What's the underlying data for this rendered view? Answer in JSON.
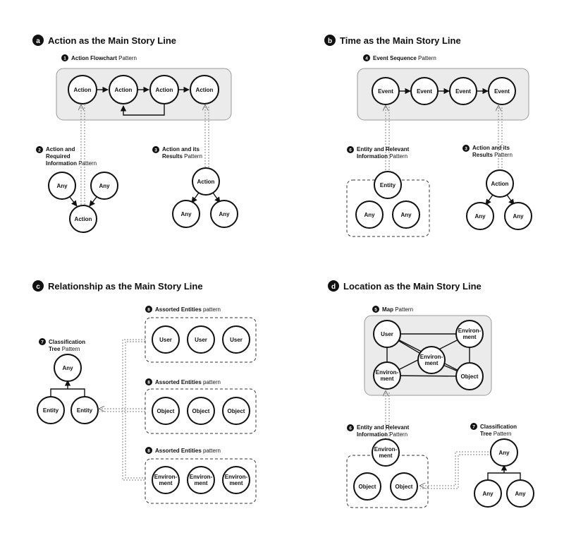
{
  "panels": {
    "a": {
      "letter": "a",
      "title": "Action as the Main Story Line",
      "flowchart": {
        "number": "1",
        "bold": "Action Flowchart",
        "rest": " Pattern"
      },
      "required_info": {
        "number": "2",
        "lines": [
          "Action and",
          "Required",
          "Information"
        ],
        "rest": " Pattern"
      },
      "results": {
        "number": "3",
        "lines": [
          "Action and its",
          "Results"
        ],
        "rest": " Pattern"
      },
      "nodes": {
        "flow1": "Action",
        "flow2": "Action",
        "flow3": "Action",
        "flow4": "Action",
        "req_any1": "Any",
        "req_any2": "Any",
        "req_action": "Action",
        "res_action": "Action",
        "res_any1": "Any",
        "res_any2": "Any"
      }
    },
    "b": {
      "letter": "b",
      "title": "Time as the Main Story Line",
      "sequence": {
        "number": "4",
        "bold": "Event Sequence",
        "rest": " Pattern"
      },
      "entity": {
        "number": "6",
        "lines": [
          "Entity and Relevant",
          "Information"
        ],
        "rest": " Pattern"
      },
      "results": {
        "number": "3",
        "lines": [
          "Action and its",
          "Results"
        ],
        "rest": " Pattern"
      },
      "nodes": {
        "ev1": "Event",
        "ev2": "Event",
        "ev3": "Event",
        "ev4": "Event",
        "ent": "Entity",
        "ent_any1": "Any",
        "ent_any2": "Any",
        "res_action": "Action",
        "res_any1": "Any",
        "res_any2": "Any"
      }
    },
    "c": {
      "letter": "c",
      "title": "Relationship as the Main Story Line",
      "tree": {
        "number": "7",
        "lines": [
          "Classification",
          "Tree"
        ],
        "rest": " Pattern"
      },
      "assorted1": {
        "number": "8",
        "bold": "Assorted Entities",
        "rest": " pattern"
      },
      "assorted2": {
        "number": "8",
        "bold": "Assorted Entities",
        "rest": " pattern"
      },
      "assorted3": {
        "number": "8",
        "bold": "Assorted Entities",
        "rest": " pattern"
      },
      "nodes": {
        "tree_any": "Any",
        "tree_e1": "Entity",
        "tree_e2": "Entity",
        "user1": "User",
        "user2": "User",
        "user3": "User",
        "obj1": "Object",
        "obj2": "Object",
        "obj3": "Object",
        "env1": [
          "Environ-",
          "ment"
        ],
        "env2": [
          "Environ-",
          "ment"
        ],
        "env3": [
          "Environ-",
          "ment"
        ]
      }
    },
    "d": {
      "letter": "d",
      "title": "Location as the Main Story Line",
      "map": {
        "number": "5",
        "bold": "Map",
        "rest": " Pattern"
      },
      "entity": {
        "number": "6",
        "lines": [
          "Entity and Relevant",
          "Information"
        ],
        "rest": " Pattern"
      },
      "tree": {
        "number": "7",
        "lines": [
          "Classification",
          "Tree"
        ],
        "rest": " Pattern"
      },
      "nodes": {
        "map_user": "User",
        "map_env1": [
          "Environ-",
          "ment"
        ],
        "map_env2": [
          "Environ-",
          "ment"
        ],
        "map_env3": [
          "Environ-",
          "ment"
        ],
        "map_obj": "Object",
        "ent_env": [
          "Environ-",
          "ment"
        ],
        "ent_obj1": "Object",
        "ent_obj2": "Object",
        "tree_any": "Any",
        "tree_any1": "Any",
        "tree_any2": "Any"
      }
    }
  }
}
